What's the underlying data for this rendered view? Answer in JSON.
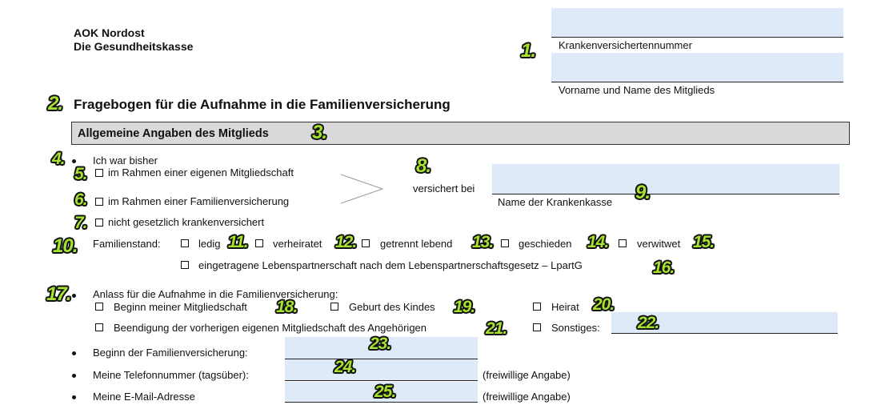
{
  "insurer": {
    "line1": "AOK Nordost",
    "line2": "Die Gesundheitskasse"
  },
  "top_fields": {
    "insurance_number_label": "Krankenversichertennummer",
    "member_name_label": "Vorname und Name des Mitglieds"
  },
  "form_title": "Fragebogen für die Aufnahme in die Familienversicherung",
  "section_title": "Allgemeine Angaben des Mitglieds",
  "prior_status": {
    "heading": "Ich war bisher",
    "options": [
      "im Rahmen einer eigenen Mitgliedschaft",
      "im Rahmen einer Familienversicherung",
      "nicht gesetzlich krankenversichert"
    ],
    "insured_at_label": "versichert bei",
    "insurer_name_label": "Name der Krankenkasse"
  },
  "marital_status": {
    "label": "Familienstand:",
    "options": [
      "ledig",
      "verheiratet",
      "getrennt lebend",
      "geschieden",
      "verwitwet"
    ],
    "partnership": "eingetragene Lebenspartnerschaft nach dem Lebenspartnerschaftsgesetz – LpartG"
  },
  "reason": {
    "heading": "Anlass für die Aufnahme in die Familienversicherung:",
    "options": [
      "Beginn meiner Mitgliedschaft",
      "Geburt des Kindes",
      "Heirat",
      "Beendigung der vorherigen eigenen Mitgliedschaft des Angehörigen",
      "Sonstiges:"
    ]
  },
  "details": {
    "start_label": "Beginn der Familienversicherung:",
    "phone_label": "Meine Telefonnummer (tagsüber):",
    "email_label": "Meine E-Mail-Adresse",
    "optional_note": "(freiwillige Angabe)"
  },
  "markers": [
    "1.",
    "2.",
    "3.",
    "4.",
    "5.",
    "6.",
    "7.",
    "8.",
    "9.",
    "10.",
    "11.",
    "12.",
    "13.",
    "14.",
    "15.",
    "16.",
    "17.",
    "18.",
    "19.",
    "20.",
    "21.",
    "22.",
    "23.",
    "24.",
    "25."
  ],
  "colors": {
    "field_fill": "#deeaf8",
    "section_fill": "#d9d9d9",
    "marker_fill": "#a6e22e"
  }
}
